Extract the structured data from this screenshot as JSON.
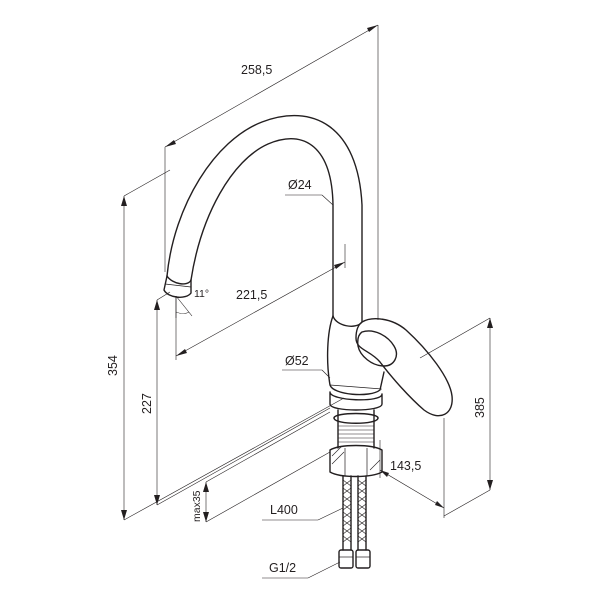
{
  "dimensions": {
    "overall_width": "258,5",
    "spout_reach": "221,5",
    "spout_diameter": "Ø24",
    "body_diameter": "Ø52",
    "overall_height": "354",
    "outlet_height": "227",
    "height_with_lever": "385",
    "lever_length": "143,5",
    "max_mount_thickness": "max35",
    "hose_length": "L400",
    "connection_thread": "G1/2",
    "spout_angle": "11°"
  },
  "colors": {
    "line": "#231f20",
    "background": "#ffffff"
  }
}
